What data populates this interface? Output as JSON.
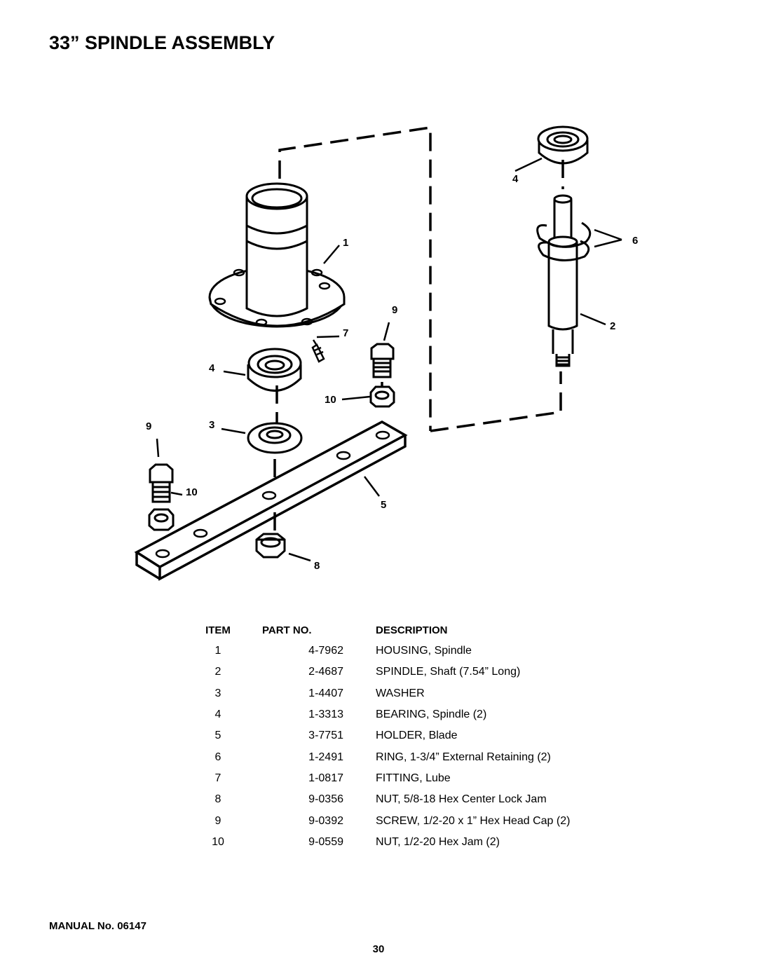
{
  "title": "33” SPINDLE ASSEMBLY",
  "callouts": {
    "c1": "1",
    "c2": "2",
    "c3": "3",
    "c4a": "4",
    "c4b": "4",
    "c5": "5",
    "c6": "6",
    "c7": "7",
    "c8": "8",
    "c9a": "9",
    "c9b": "9",
    "c10a": "10",
    "c10b": "10"
  },
  "table": {
    "headers": {
      "item": "ITEM",
      "part": "PART NO.",
      "desc": "DESCRIPTION"
    },
    "rows": [
      {
        "item": "1",
        "part": "4-7962",
        "desc": "HOUSING, Spindle"
      },
      {
        "item": "2",
        "part": "2-4687",
        "desc": "SPINDLE, Shaft (7.54” Long)"
      },
      {
        "item": "3",
        "part": "1-4407",
        "desc": "WASHER"
      },
      {
        "item": "4",
        "part": "1-3313",
        "desc": "BEARING, Spindle (2)"
      },
      {
        "item": "5",
        "part": "3-7751",
        "desc": "HOLDER, Blade"
      },
      {
        "item": "6",
        "part": "1-2491",
        "desc": "RING, 1-3/4” External Retaining (2)"
      },
      {
        "item": "7",
        "part": "1-0817",
        "desc": "FITTING, Lube"
      },
      {
        "item": "8",
        "part": "9-0356",
        "desc": "NUT, 5/8-18 Hex Center Lock Jam"
      },
      {
        "item": "9",
        "part": "9-0392",
        "desc": "SCREW, 1/2-20 x 1” Hex Head Cap (2)"
      },
      {
        "item": "10",
        "part": "9-0559",
        "desc": "NUT, 1/2-20 Hex Jam (2)"
      }
    ]
  },
  "manual_label": "MANUAL No. 06147",
  "page_number": "30"
}
